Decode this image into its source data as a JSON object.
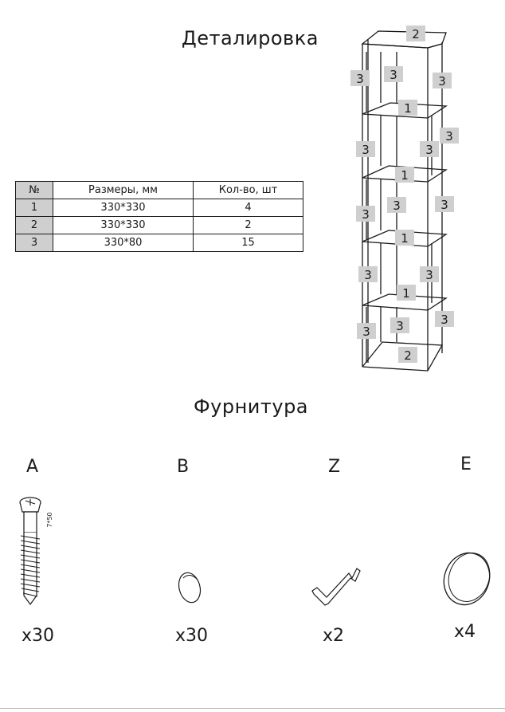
{
  "headings": {
    "details": "Деталировка",
    "hardware": "Фурнитура"
  },
  "parts_table": {
    "headers": [
      "№",
      "Размеры, мм",
      "Кол-во, шт"
    ],
    "rows": [
      {
        "no": "1",
        "size": "330*330",
        "qty": "4"
      },
      {
        "no": "2",
        "size": "330*330",
        "qty": "2"
      },
      {
        "no": "3",
        "size": "330*80",
        "qty": "15"
      }
    ]
  },
  "shelf_labels": {
    "top": "2",
    "bottom": "2",
    "shelf": "1",
    "side": "3"
  },
  "hardware": [
    {
      "letter": "A",
      "count": "x30",
      "icon": "confirmat-screw-icon",
      "note": "7*50"
    },
    {
      "letter": "B",
      "count": "x30",
      "icon": "screw-cap-icon"
    },
    {
      "letter": "Z",
      "count": "x2",
      "icon": "hex-key-icon"
    },
    {
      "letter": "E",
      "count": "x4",
      "icon": "felt-pad-icon"
    }
  ],
  "colors": {
    "label_bg": "#cfcfcf",
    "line": "#1a1a1a"
  }
}
